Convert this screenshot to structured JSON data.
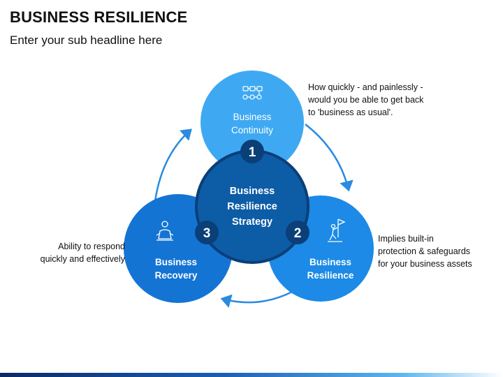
{
  "slide": {
    "title": "BUSINESS RESILIENCE",
    "subtitle": "Enter your sub headline here"
  },
  "colors": {
    "top_circle": "#3ea9f2",
    "right_circle": "#1c8ae6",
    "left_circle": "#1474d4",
    "center_circle": "#0d5ca6",
    "center_ring": "#0a3f78",
    "badge": "#0a3f78",
    "arrow": "#2a8be0"
  },
  "center": {
    "line1": "Business",
    "line2": "Resilience",
    "line3": "Strategy"
  },
  "circles": {
    "continuity": {
      "line1": "Business",
      "line2": "Continuity",
      "number": "1",
      "icon": "workflow-icon"
    },
    "resilience": {
      "line1": "Business",
      "line2": "Resilience",
      "number": "2",
      "icon": "climber-flag-icon"
    },
    "recovery": {
      "line1": "Business",
      "line2": "Recovery",
      "number": "3",
      "icon": "person-meditate-icon"
    }
  },
  "notes": {
    "continuity": [
      "How quickly - and painlessly -",
      "would you be able to get back",
      "to 'business as usual'."
    ],
    "resilience": [
      "Implies built-in",
      "protection & safeguards",
      "for your business assets"
    ],
    "recovery": [
      "Ability to respond",
      "quickly and effectively"
    ]
  }
}
